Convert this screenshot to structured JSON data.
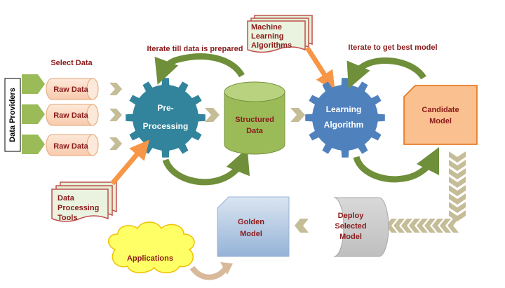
{
  "providers": {
    "title": "Data Providers",
    "select_label": "Select Data",
    "sources": [
      "Raw Data",
      "Raw Data",
      "Raw Data"
    ]
  },
  "preprocessing": {
    "line1": "Pre-",
    "line2": "Processing",
    "iterate_label": "Iterate till data is prepared"
  },
  "structured": {
    "line1": "Structured",
    "line2": "Data"
  },
  "ml_algorithms": {
    "line1": "Machine",
    "line2": "Learning",
    "line3": "Algorithms"
  },
  "tools": {
    "line1": "Data",
    "line2": "Processing",
    "line3": "Tools"
  },
  "learning": {
    "line1": "Learning",
    "line2": "Algorithm",
    "iterate_label": "Iterate to get best model"
  },
  "candidate": {
    "line1": "Candidate",
    "line2": "Model"
  },
  "deploy": {
    "line1": "Deploy",
    "line2": "Selected",
    "line3": "Model"
  },
  "golden": {
    "line1": "Golden",
    "line2": "Model"
  },
  "applications": {
    "label": "Applications"
  },
  "colors": {
    "label_red": "#8b1a1a",
    "gear_teal": "#31849b",
    "gear_blue": "#4f81bd",
    "cylinder_green": "#9bbb59",
    "arrow_green": "#6f8f3a",
    "arrow_orange": "#f79646",
    "chevron": "#c4bd97",
    "candidate_fill": "#fac090",
    "golden_fill": "#b8cce4",
    "cloud_fill": "#ffff66",
    "doc_fill": "#e4f0d6",
    "raw_fill": "#fbe0c8"
  }
}
